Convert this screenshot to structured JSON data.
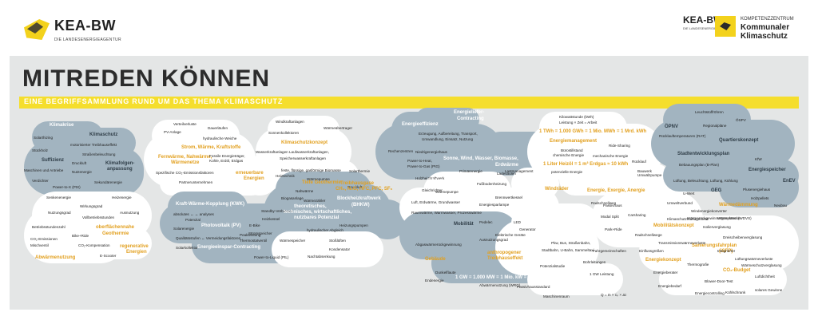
{
  "header": {
    "left_logo": {
      "name": "KEA-BW",
      "sub": "DIE LANDESENERGIEAGENTUR"
    },
    "right_logo": {
      "name": "KEA-BW",
      "sub": "DIE LANDESENERGIEAGENTUR",
      "line1": "KOMPETENZZENTRUM",
      "line2": "Kommunaler",
      "line3": "Klimaschutz"
    }
  },
  "title": "MITREDEN KÖNNEN",
  "subtitle": "EINE BEGRIFFSAMMLUNG RUND UM DAS THEMA KLIMASCHUTZ",
  "colors": {
    "panel": "#e4e6e6",
    "yellow": "#f5de2d",
    "orange": "#e2a01f",
    "cloud_blue": "#a2b4c0",
    "cloud_white": "#ffffff"
  },
  "terms": {
    "t001": "Klimakrise",
    "t002": "Klimaschutz",
    "t003": "Suffizienz",
    "t004": "Klimafolgen-",
    "t005": "anpassung",
    "t006": "Solarthizing",
    "t007": "motorisierter Treibhauseffekt",
    "t008": "Stückholz",
    "t009": "Straßenbeleuchtung",
    "t010": "Druckluft",
    "t011": "Maschinen und Antriebe",
    "t012": "Nutzenergie",
    "t013": "Verdichter",
    "t014": "Sekundärenergie",
    "t015": "Power-to-X (PtX)",
    "t016": "Senkenenergie",
    "t017": "Heizenergie",
    "t018": "Wirkungsgrad",
    "t019": "Nutzungsgrad",
    "t020": "Ausnutzung",
    "t021": "Vollbetriebsstunden",
    "t022": "Betriebsstundenzahl",
    "t023": "oberflächennahe",
    "t024": "Geothermie",
    "t025": "CO₂-Emissionen",
    "t026": "Bike+Ride",
    "t027": "Mischventil",
    "t028": "CO₂-Kompensation",
    "t029": "regenerative",
    "t030": "Energien",
    "t031": "E-Scooter",
    "t032": "Abwärmenutzung",
    "t033": "Verteilverluste",
    "t034": "Dauerläufen",
    "t035": "PV-Anlage",
    "t036": "hydraulische Weiche",
    "t037": "Strom, Wärme, Kraftstoffe",
    "t038": "Fernwärme, Nahwärme,",
    "t039": "Wärmenetze",
    "t040": "Fossile Energieträger,",
    "t041": "Kohle, Erdöl, Erdgas",
    "t042": "Spezifische CO₂-Emissionsfaktoren",
    "t043": "erneuerbare",
    "t044": "Energien",
    "t045": "Partnerunternehmen",
    "t046": "Windkraftanlagen",
    "t047": "Sonnenkollektoren",
    "t048": "Wärmeübertrager",
    "t049": "Klimaschutzkonzept",
    "t050": "Wasserkraftanlagen Laufwasserkraftanlagen,",
    "t051": "Speicherwasserkraftanlagen",
    "t052": "Energieeffizienz",
    "t053": "Energieliefer-",
    "t054": "Contracting",
    "t055": "Erzeugung, Aufbereitung, Transport,",
    "t056": "Umwandlung, Einsatz, Nutzung",
    "t057": "Niedrigenergiehaus",
    "t058": "Rechenzentren",
    "t059": "Power-to-Heat,",
    "t060": "Power-to-Gas (PtG)",
    "t061": "Sonne, Wind, Wasser, Biomasse,",
    "t062": "Erdwärme",
    "t063": "Holzheizkraftwerk",
    "t064": "Primärenergie",
    "t065": "Lastmanagement",
    "t066": "Ladesäulen",
    "t067": "Kilowattstunde (kWh)",
    "t068": "Leistung × Zeit = Arbeit",
    "t069": "1 TWh = 1.000 GWh = 1 Mio. MWh = 1 Mrd. kWh",
    "t070": "Energiemanagement",
    "t071": "Ride-Sharing",
    "t072": "Bürostillstand",
    "t073": "mechanische Energie",
    "t074": "chemische Energie",
    "t075": "1 Liter Heizöl = 1 m³ Erdgas ≈ 10 kWh",
    "t076": "Rücklauf",
    "t077": "Bauwerk",
    "t078": "potenzielle Energie",
    "t079": "Windräder",
    "t080": "Energie, Exergie, Anergie",
    "t081": "Leuchtstoffröhren",
    "t082": "ÖPNV",
    "t083": "Regionalpläne",
    "t084": "ÖSPV",
    "t085": "Rücklauftemperaturen (RAT)",
    "t086": "Quartierskonzept",
    "t087": "Stadtentwicklungsplan",
    "t088": "KfW",
    "t089": "Bebauungsplan (B-Plan)",
    "t090": "Energiespeicher",
    "t091": "Umwälzpumpe",
    "t092": "Lüftung, Beleuchtung, Lüftung, Kühlung",
    "t093": "EnEV",
    "t094": "GEG",
    "t095": "Plusenergiehaus",
    "t096": "Holzpellets",
    "t097": "Neubau",
    "t098": "U-Wert",
    "t099": "Heiztechnik",
    "t100": "Wärmepumpe",
    "t101": "Solarthermie",
    "t102": "Nahwärme",
    "t103": "Druckluft",
    "t104": "Photovoltaik (PV)",
    "t105": "Kraft-Wärme-Kopplung (KWK)",
    "t106": "absolutes ↔ ↔ analyses",
    "t107": "Potenzial",
    "t108": "Solarenergie",
    "t109": "E-Bike",
    "t110": "Qualitätsstufen ↔ Vermeidungsfaktoren",
    "t111": "Energieeinspar-Contracting",
    "t112": "Solarkollektor",
    "t113": "Peakleistung",
    "t114": "Standby-Verbrauch",
    "t115": "Heizkessel",
    "t116": "Biogasanlage",
    "t117": "Wärmezähler",
    "t118": "theoretisches,",
    "t119": "technisches, wirtschaftliches,",
    "t120": "nutzbares Potenzial",
    "t121": "Heizungspumpen",
    "t122": "Wärmespeicher",
    "t123": "Thermostatventil",
    "t124": "Stoßlüften",
    "t125": "Kondensator",
    "t126": "Nachtabsenkung",
    "t127": "Power-to-Liquid (PtL)",
    "t128": "Stromspeicher",
    "t129": "hydraulischer Abgleich",
    "t130": "Blockheizkraftwerk",
    "t131": "(BHKW)",
    "t132": "feste, flüssige, gasförmige Biomasse",
    "t133": "Tiefe Geothermie",
    "t134": "Treibhausgase",
    "t135": "CH₄, N₂O, HFC, PFC, SF₆",
    "t136": "EWärmeG",
    "t137": "Gleichrichter",
    "t138": "Wärmepumpe",
    "t139": "Luft, Erdwärme, Grundwasser",
    "t140": "Energiesparlampe",
    "t141": "Brennwertkessel",
    "t142": "Raumwärme, Warmwasser, Prozesswärme",
    "t143": "thermische",
    "t144": "Energie",
    "t145": "Fußbodenheizung",
    "t146": "Abgaswärmerückgewinnung",
    "t147": "Gebäude",
    "t148": "anthropogener",
    "t149": "Treibhauseffekt",
    "t150": "Ausnutzungsgrad",
    "t151": "Elektrische Geräte",
    "t152": "LED",
    "t153": "Pedelec",
    "t154": "Mobilität",
    "t155": "Dunkelflaute",
    "t156": "Generator",
    "t157": "1 GW = 1.000 MW = 1 Mio. kW = 1 Mrd. Watt",
    "t158": "Abwärmenutzung (WRG)",
    "t159": "Endenergie",
    "t160": "Potenzialstudie",
    "t161": "Bohrleitungen",
    "t162": "Passivhausstandard",
    "t163": "Maschinenraum",
    "t164": "Q = m × cₚ × Δt",
    "t165": "Sanierungsfahrplan",
    "t166": "(iSFP)",
    "t167": "Thermografie",
    "t168": "CO₂-Budget",
    "t169": "Luftdichtheit",
    "t170": "Blower-Door-Test",
    "t171": "Energiecontrolling",
    "t172": "solares Gewinne",
    "t173": "Wärmeschutzverglasung",
    "t174": "Energiekonzept",
    "t175": "Mobilitätskonzept",
    "t176": "Carsharing",
    "t177": "Dreischeibenverglasung",
    "t178": "Radschnellwege",
    "t179": "Transmissionswärmeverluste",
    "t180": "Einflussgrößen",
    "t181": "Energieberater",
    "t182": "Wärmedämmung",
    "t183": "Wärmebrücke",
    "t184": "Windenergiekonverter",
    "t185": "Passivhaus",
    "t186": "Radschnellweg",
    "t187": "Modal Split",
    "t188": "Park+Ride",
    "t189": "Klimaschutzmanagement",
    "t190": "Umweltverbund",
    "t191": "Wärmerückgewinnungssystem (WDVS)",
    "t192": "Isolierverglasung",
    "t193": "Integrierter",
    "t194": "Lüftungswärmeverluste",
    "t195": "Fahrgemeinschaften",
    "t196": "Pkw, Bus, Straßenbahn,",
    "t197": "Stadtbahn, U-Bahn, Sammeltaxi",
    "t198": "1 GW Leistung",
    "t199": "Energiebedarf",
    "t200": "Kühlschrank"
  }
}
